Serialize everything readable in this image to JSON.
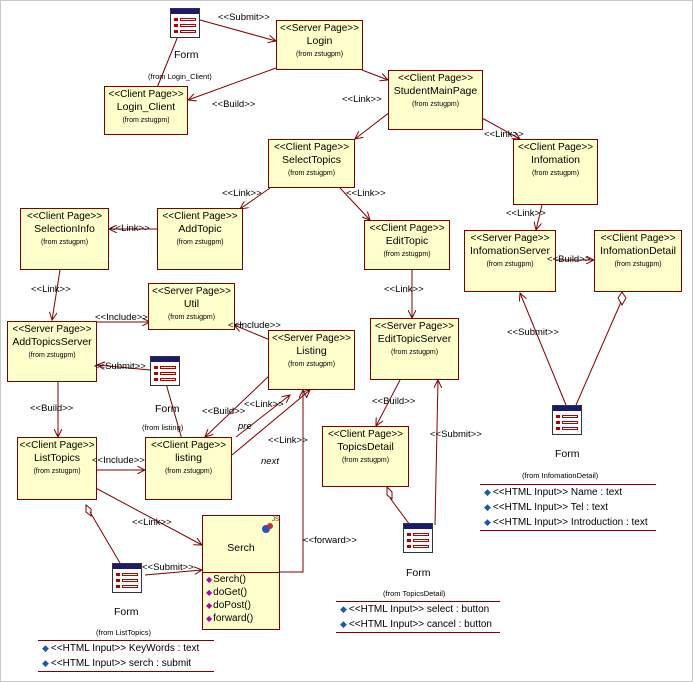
{
  "stereotypes": {
    "server": "<<Server Page>>",
    "client": "<<Client Page>>"
  },
  "boxes": {
    "login": {
      "stereo": "<<Server Page>>",
      "name": "Login",
      "from": "(from zstugpm)"
    },
    "login_client": {
      "stereo": "<<Client Page>>",
      "name": "Login_Client",
      "from": "(from zstugpm)"
    },
    "student_main": {
      "stereo": "<<Client Page>>",
      "name": "StudentMainPage",
      "from": "(from zstugpm)"
    },
    "select_topics": {
      "stereo": "<<Client Page>>",
      "name": "SelectTopics",
      "from": "(from zstugpm)"
    },
    "infomation": {
      "stereo": "<<Client Page>>",
      "name": "Infomation",
      "from": "(from zstugpm)"
    },
    "selection_info": {
      "stereo": "<<Client Page>>",
      "name": "SelectionInfo",
      "from": "(from zstugpm)"
    },
    "add_topic": {
      "stereo": "<<Client Page>>",
      "name": "AddTopic",
      "from": "(from zstugpm)"
    },
    "edit_topic": {
      "stereo": "<<Client Page>>",
      "name": "EditTopic",
      "from": "(from zstugpm)"
    },
    "infomation_server": {
      "stereo": "<<Server Page>>",
      "name": "InfomationServer",
      "from": "(from zstugpm)"
    },
    "infomation_detail": {
      "stereo": "<<Client Page>>",
      "name": "InfomationDetail",
      "from": "(from zstugpm)"
    },
    "util": {
      "stereo": "<<Server Page>>",
      "name": "Util",
      "from": "(from zstugpm)"
    },
    "add_topics_server": {
      "stereo": "<<Server Page>>",
      "name": "AddTopicsServer",
      "from": "(from zstugpm)"
    },
    "listing_server": {
      "stereo": "<<Server Page>>",
      "name": "Listing",
      "from": "(from zstugpm)"
    },
    "edit_topic_server": {
      "stereo": "<<Server Page>>",
      "name": "EditTopicServer",
      "from": "(from zstugpm)"
    },
    "list_topics": {
      "stereo": "<<Client Page>>",
      "name": "ListTopics",
      "from": "(from zstugpm)"
    },
    "listing_client": {
      "stereo": "<<Client Page>>",
      "name": "listing",
      "from": "(from zstugpm)"
    },
    "topics_detail": {
      "stereo": "<<Client Page>>",
      "name": "TopicsDetail",
      "from": "(from zstugpm)"
    }
  },
  "serch": {
    "name": "Serch",
    "badge": "JS",
    "ops": [
      "Serch()",
      "doGet()",
      "doPost()",
      "forward()"
    ]
  },
  "forms": {
    "login_form": {
      "name": "Form",
      "from": "(from Login_Client)"
    },
    "listing_form": {
      "name": "Form",
      "from": "(from listing)"
    },
    "infomation_detail_form": {
      "name": "Form",
      "from": "(from InfomationDetail)",
      "attrs": [
        "<<HTML Input>> Name : text",
        "<<HTML Input>> Tel : text",
        "<<HTML Input>> Introduction : text"
      ]
    },
    "topics_detail_form": {
      "name": "Form",
      "from": "(from TopicsDetail)",
      "attrs": [
        "<<HTML Input>> select : button",
        "<<HTML Input>> cancel : button"
      ]
    },
    "list_topics_form": {
      "name": "Form",
      "from": "(from ListTopics)",
      "attrs": [
        "<<HTML Input>> KeyWords : text",
        "<<HTML Input>> serch : submit"
      ]
    }
  },
  "labels": {
    "submit": "<<Submit>>",
    "build": "<<Build>>",
    "link": "<<Link>>",
    "include": "<<Include>>",
    "forward": "<<forward>>",
    "pre": "pre",
    "next": "next"
  }
}
